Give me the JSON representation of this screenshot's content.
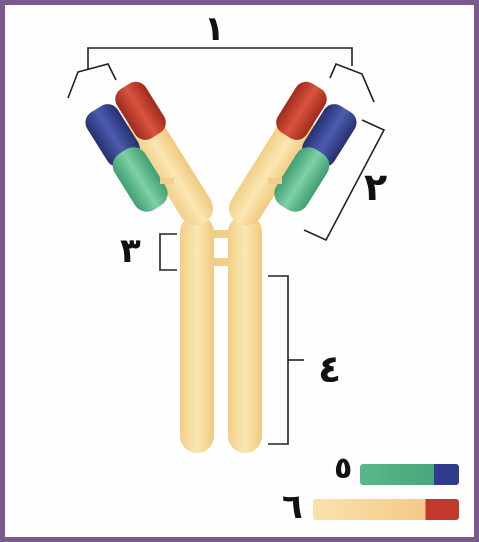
{
  "labels": {
    "n1": "١",
    "n2": "٢",
    "n3": "٣",
    "n4": "٤",
    "n5": "٥",
    "n6": "٦"
  },
  "colors": {
    "frame": "#7a5a8e",
    "heavy_chain": "#f8dc9c",
    "heavy_chain_shade": "#e9c47e",
    "variable_region": "#2f3c8c",
    "light_constant": "#59b88a",
    "heavy_variable": "#c0392b",
    "bracket": "#222222"
  },
  "legend": {
    "light_chain_icon": "light-chain-swatch",
    "heavy_chain_icon": "heavy-chain-swatch"
  }
}
